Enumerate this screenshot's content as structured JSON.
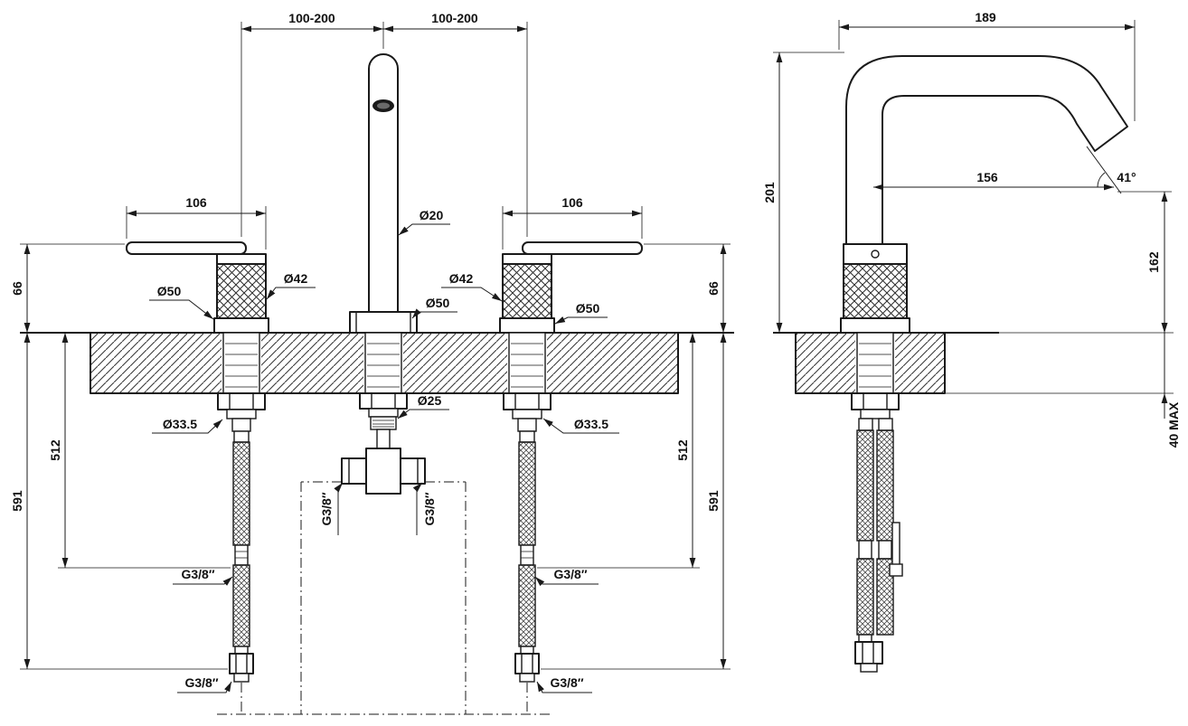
{
  "drawing": {
    "front_view": {
      "spacing_left": "100-200",
      "spacing_right": "100-200",
      "handle_width_left": "106",
      "handle_width_right": "106",
      "height_above_deck_left": "66",
      "height_above_deck_right": "66",
      "spout_diameter": "Ø20",
      "handle_diameter_left": "Ø42",
      "handle_diameter_right": "Ø42",
      "base_diameter_left": "Ø50",
      "base_diameter_center": "Ø50",
      "base_diameter_right": "Ø50",
      "shank_diameter_left": "Ø33.5",
      "shank_diameter_center": "Ø25",
      "shank_diameter_right": "Ø33.5",
      "hose_length_left": "512",
      "hose_length_right": "512",
      "total_depth_left": "591",
      "total_depth_right": "591",
      "tee_thread_left": "G3/8″",
      "tee_thread_right": "G3/8″",
      "hose_thread_left": "G3/8″",
      "hose_thread_right": "G3/8″",
      "end_thread_left": "G3/8″",
      "end_thread_right": "G3/8″"
    },
    "side_view": {
      "spout_reach": "189",
      "spout_height": "201",
      "outlet_reach": "156",
      "outlet_angle": "41°",
      "outlet_height": "162",
      "deck_thickness_max": "40 MAX"
    },
    "colors": {
      "line": "#1a1a1a",
      "background": "#ffffff"
    }
  }
}
